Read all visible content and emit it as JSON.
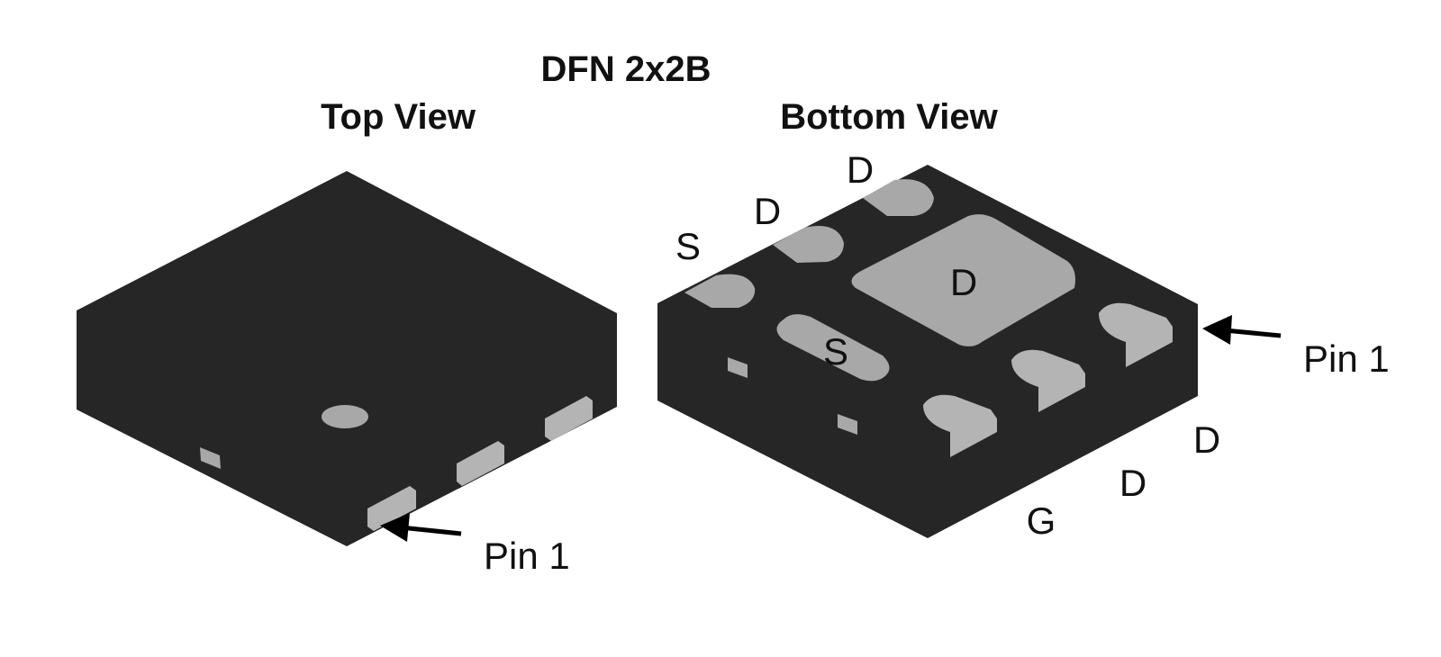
{
  "title": "DFN 2x2B",
  "top_view": {
    "heading": "Top View",
    "pin1_label": "Pin 1"
  },
  "bottom_view": {
    "heading": "Bottom View",
    "pin1_label": "Pin 1",
    "pin_labels_top_edge": [
      "S",
      "D",
      "D"
    ],
    "pin_labels_bottom_edge": [
      "G",
      "D",
      "D"
    ],
    "pad_labels": {
      "exposed_pad": "D",
      "source_pad": "S"
    }
  },
  "colors": {
    "package": "#262626",
    "pad": "#a8a8a8",
    "text": "#111111"
  }
}
